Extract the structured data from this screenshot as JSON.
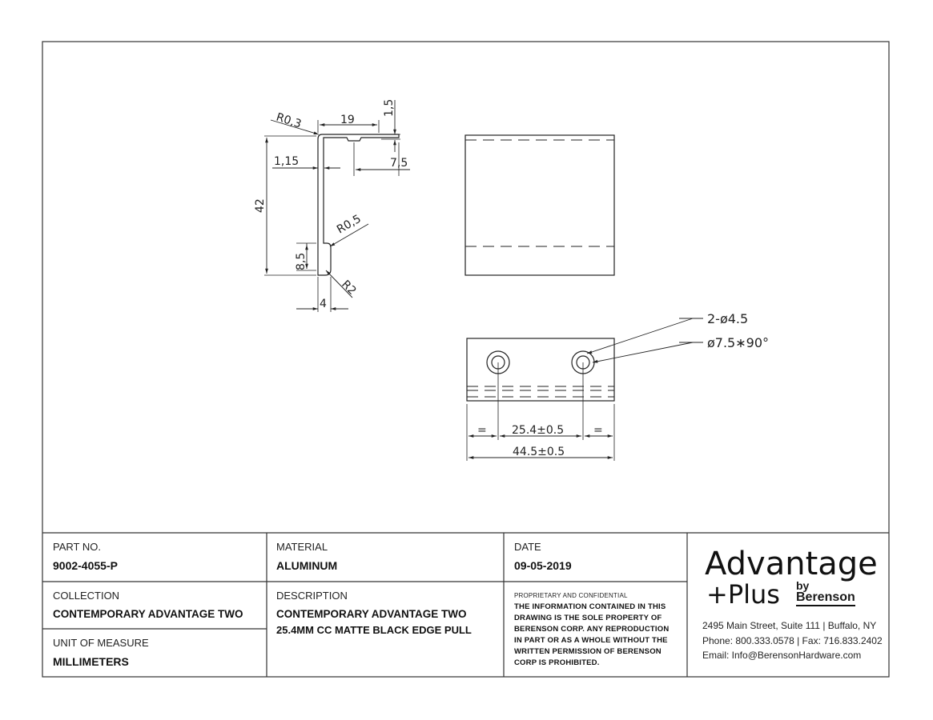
{
  "drawing": {
    "side_view": {
      "r03": "R0,3",
      "d19": "19",
      "d1_5": "1,5",
      "d1_15": "1,15",
      "d7_5": "7,5",
      "d42": "42",
      "r05": "R0,5",
      "d8_5": "8,5",
      "r2": "R2",
      "d4": "4"
    },
    "bottom_view": {
      "hole_callout": "2-ø4.5",
      "csk_callout": "ø7.5∗90°",
      "eq_left": "=",
      "eq_right": "=",
      "center_to_center": "25.4±0.5",
      "overall_length": "44.5±0.5"
    }
  },
  "title_block": {
    "part_no": {
      "label": "PART NO.",
      "value": "9002-4055-P"
    },
    "material": {
      "label": "MATERIAL",
      "value": "ALUMINUM"
    },
    "date": {
      "label": "DATE",
      "value": "09-05-2019"
    },
    "collection": {
      "label": "COLLECTION",
      "value": "CONTEMPORARY ADVANTAGE TWO"
    },
    "description": {
      "label": "DESCRIPTION",
      "line1": "CONTEMPORARY ADVANTAGE TWO",
      "line2": "25.4MM CC MATTE BLACK EDGE PULL"
    },
    "unit": {
      "label": "UNIT OF MEASURE",
      "value": "MILLIMETERS"
    },
    "notice": {
      "heading": "PROPRIETARY AND CONFIDENTIAL",
      "lines": [
        "THE INFORMATION CONTAINED IN THIS",
        "DRAWING IS THE SOLE PROPERTY OF",
        "BERENSON CORP. ANY REPRODUCTION",
        "IN PART OR AS A WHOLE WITHOUT THE",
        "WRITTEN PERMISSION OF BERENSON",
        "CORP IS PROHIBITED."
      ]
    },
    "brand": {
      "line1": "Advantage",
      "line2": "+Plus",
      "by": "by",
      "company": "Berenson",
      "address": "2495 Main Street, Suite 111 | Buffalo, NY",
      "phone": "Phone: 800.333.0578 | Fax: 716.833.2402",
      "email": "Email: Info@BerensonHardware.com"
    }
  }
}
